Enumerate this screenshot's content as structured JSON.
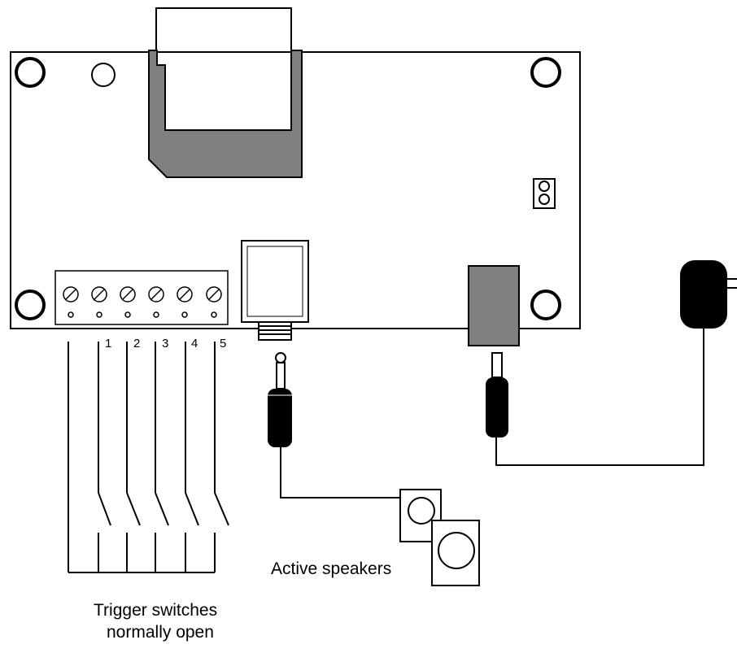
{
  "terminal_labels": [
    "1",
    "2",
    "3",
    "4",
    "5"
  ],
  "speakers_label": "Active speakers",
  "switches_label_line1": "Trigger switches",
  "switches_label_line2": "normally open",
  "colors": {
    "outline": "#000000",
    "gray_fill": "#808080",
    "background": "#ffffff"
  }
}
